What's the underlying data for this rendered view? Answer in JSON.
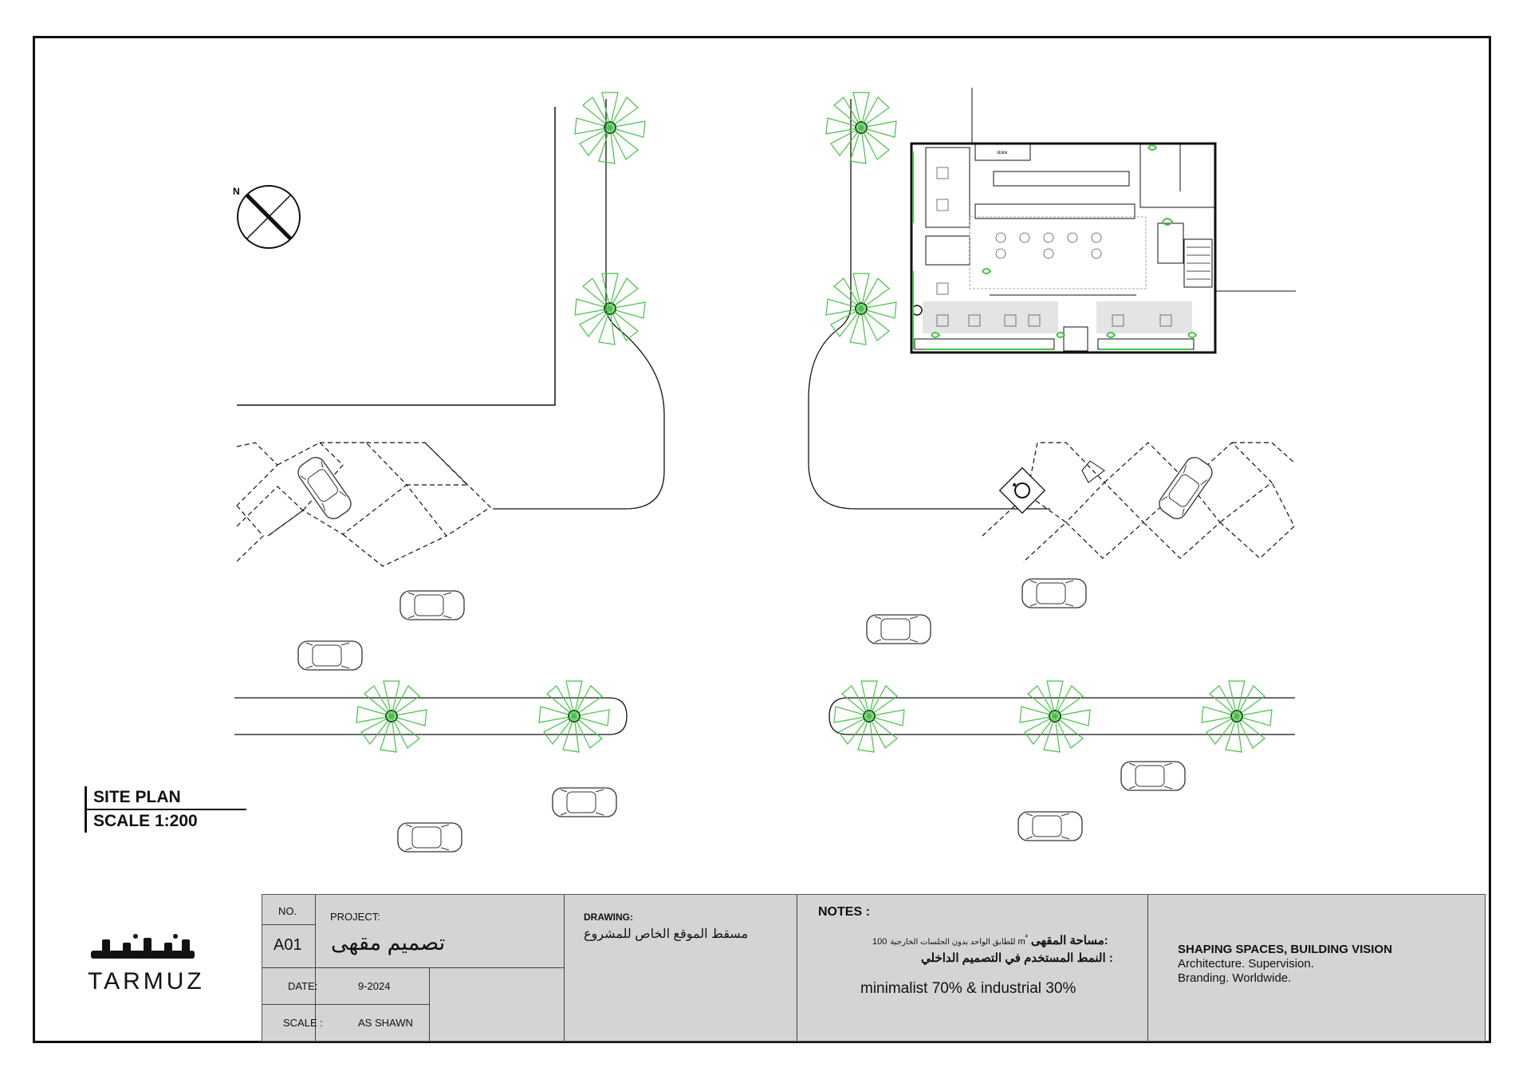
{
  "north_label": "N",
  "plan_labels": {
    "store": "store"
  },
  "site_label": {
    "line1": "SITE PLAN",
    "line2": "SCALE 1:200"
  },
  "logo": {
    "arabic": "ترمز",
    "wordmark": "TARMUZ"
  },
  "title_block": {
    "no_label": "NO.",
    "no_value": "A01",
    "project_label": "PROJECT:",
    "project_value": "تصميم مقهى",
    "date_label": "DATE:",
    "date_value": "9-2024",
    "scale_label": "SCALE :",
    "scale_value": "AS SHAWN",
    "drawing_label": "DRAWING:",
    "drawing_value": "مسقط الموقع الخاص للمشروع",
    "notes_label": "NOTES :",
    "note1_main": "مساحة المقهى:",
    "note1_area": "100 m",
    "note1_detail": "للطابق الواحد بدون الجلسات الخارجية",
    "note2": "النمط المستخدم في التصميم الداخلي :",
    "note3": "minimalist 70% & industrial 30%",
    "slogan": "SHAPING SPACES, BUILDING VISION",
    "services1": "Architecture. Supervision.",
    "services2": "Branding. Worldwide."
  },
  "colors": {
    "tree": "#3fbf3f",
    "line": "#111111",
    "title_block": "#d4d4d4"
  }
}
